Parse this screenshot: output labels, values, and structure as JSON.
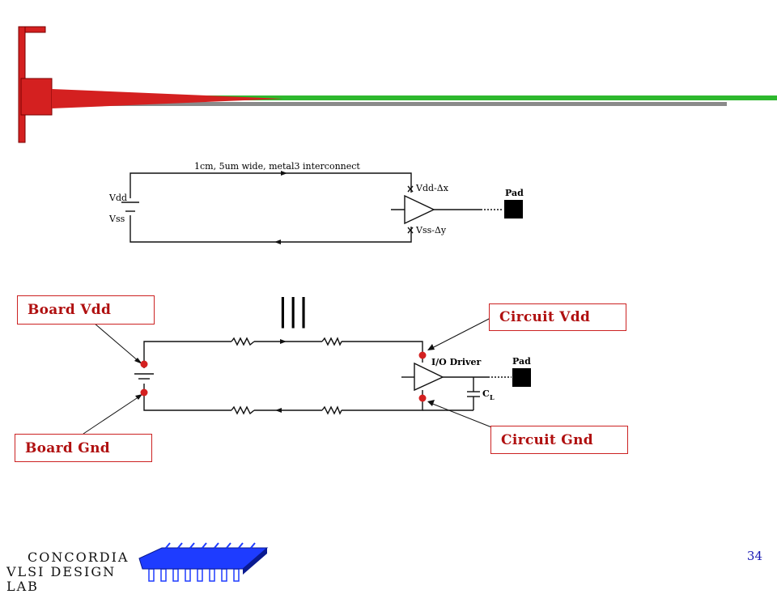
{
  "top_schematic": {
    "interconnect_label": "1cm, 5um wide, metal3 interconnect",
    "vdd_label": "Vdd",
    "vss_label": "Vss",
    "vdd_drop_label": "Vdd-Δx",
    "vss_drop_label": "Vss-Δy",
    "pad_label": "Pad"
  },
  "equivalence_symbol": "|||",
  "bottom_schematic": {
    "driver_label": "I/O Driver",
    "pad_label": "Pad",
    "cap_label": "C",
    "cap_subscript": "L"
  },
  "callouts": {
    "board_vdd": "Board Vdd",
    "board_gnd": "Board Gnd",
    "circuit_vdd": "Circuit Vdd",
    "circuit_gnd": "Circuit Gnd"
  },
  "footer": {
    "logo_line1": "CONCORDIA",
    "logo_line2": "VLSI DESIGN LAB",
    "page_number": "34"
  },
  "colors": {
    "accent_red": "#d42020",
    "accent_green": "#2db82d",
    "text_red": "#b01010",
    "chip_blue": "#1e3cff"
  }
}
